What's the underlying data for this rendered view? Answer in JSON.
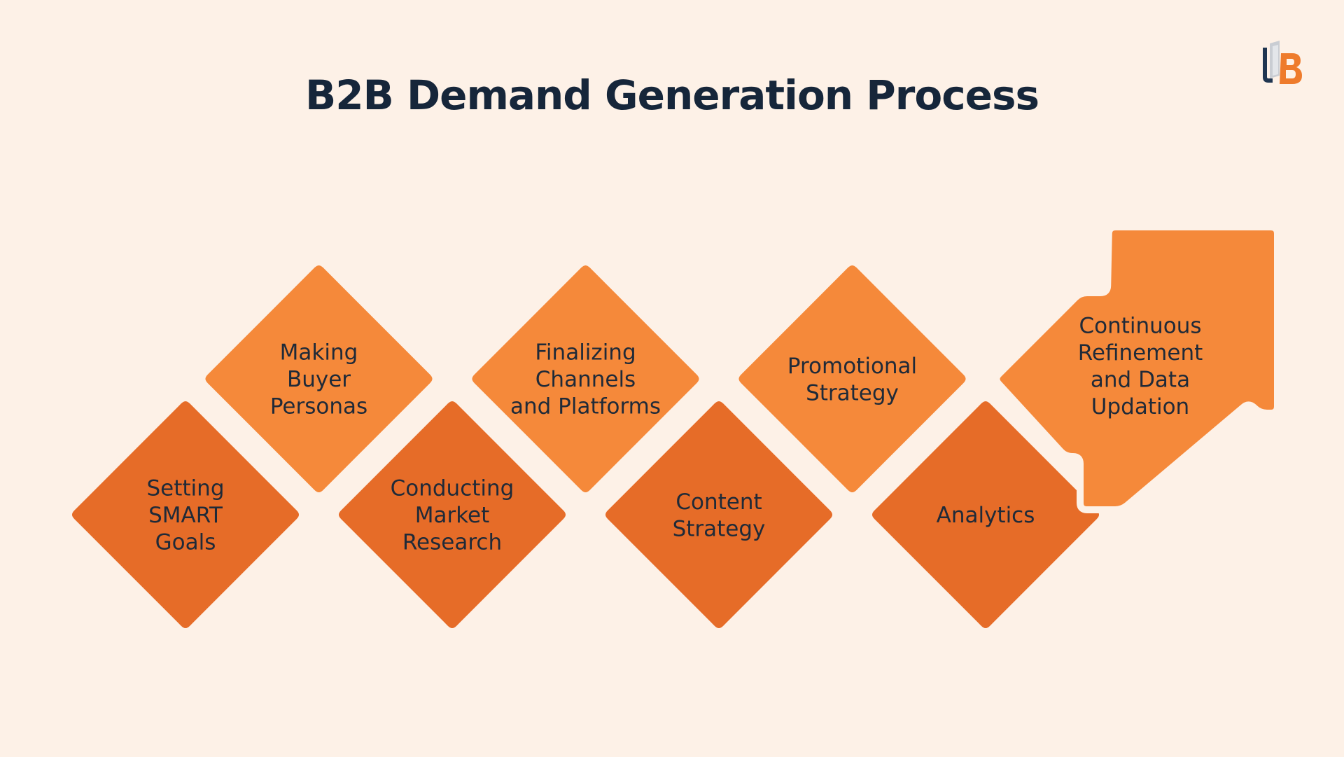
{
  "title": "B2B Demand Generation Process",
  "colors": {
    "background": "#fdf1e7",
    "dark_orange": "#e66c28",
    "light_orange": "#f5893a",
    "title_text": "#16263a",
    "label_text": "#1f2a38"
  },
  "steps": [
    {
      "lines": [
        "Setting",
        "SMART",
        "Goals"
      ],
      "tone": "dark"
    },
    {
      "lines": [
        "Making",
        "Buyer",
        "Personas"
      ],
      "tone": "light"
    },
    {
      "lines": [
        "Conducting",
        "Market",
        "Research"
      ],
      "tone": "dark"
    },
    {
      "lines": [
        "Finalizing",
        "Channels",
        "and Platforms"
      ],
      "tone": "light"
    },
    {
      "lines": [
        "Content",
        "Strategy"
      ],
      "tone": "dark"
    },
    {
      "lines": [
        "Promotional",
        "Strategy"
      ],
      "tone": "light"
    },
    {
      "lines": [
        "Analytics"
      ],
      "tone": "dark"
    },
    {
      "lines": [
        "Continuous",
        "Refinement",
        "and Data",
        "Updation"
      ],
      "tone": "light",
      "shape": "arrow"
    }
  ],
  "logo": {
    "icon": "ub-logo-icon"
  }
}
